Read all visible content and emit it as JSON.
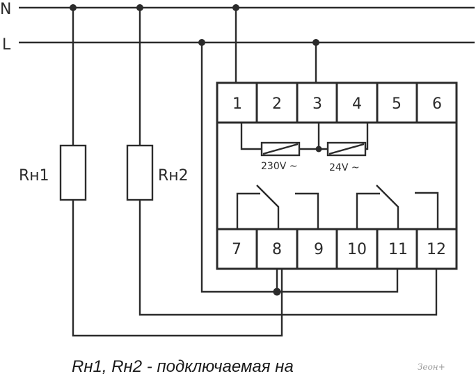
{
  "diagram": {
    "type": "wiring-diagram",
    "buses": [
      {
        "id": "N",
        "label": "N"
      },
      {
        "id": "L",
        "label": "L"
      }
    ],
    "loads": [
      {
        "id": "rh1",
        "label": "Rн1"
      },
      {
        "id": "rh2",
        "label": "Rн2"
      }
    ],
    "terminals_top": [
      "1",
      "2",
      "3",
      "4",
      "5",
      "6"
    ],
    "terminals_bottom": [
      "7",
      "8",
      "9",
      "10",
      "11",
      "12"
    ],
    "coils": [
      {
        "id": "coil-230",
        "label": "230V ~"
      },
      {
        "id": "coil-24",
        "label": "24V ~"
      }
    ],
    "caption": "Rн1, Rн2 - подключаемая на",
    "watermark": "Зеон+"
  }
}
